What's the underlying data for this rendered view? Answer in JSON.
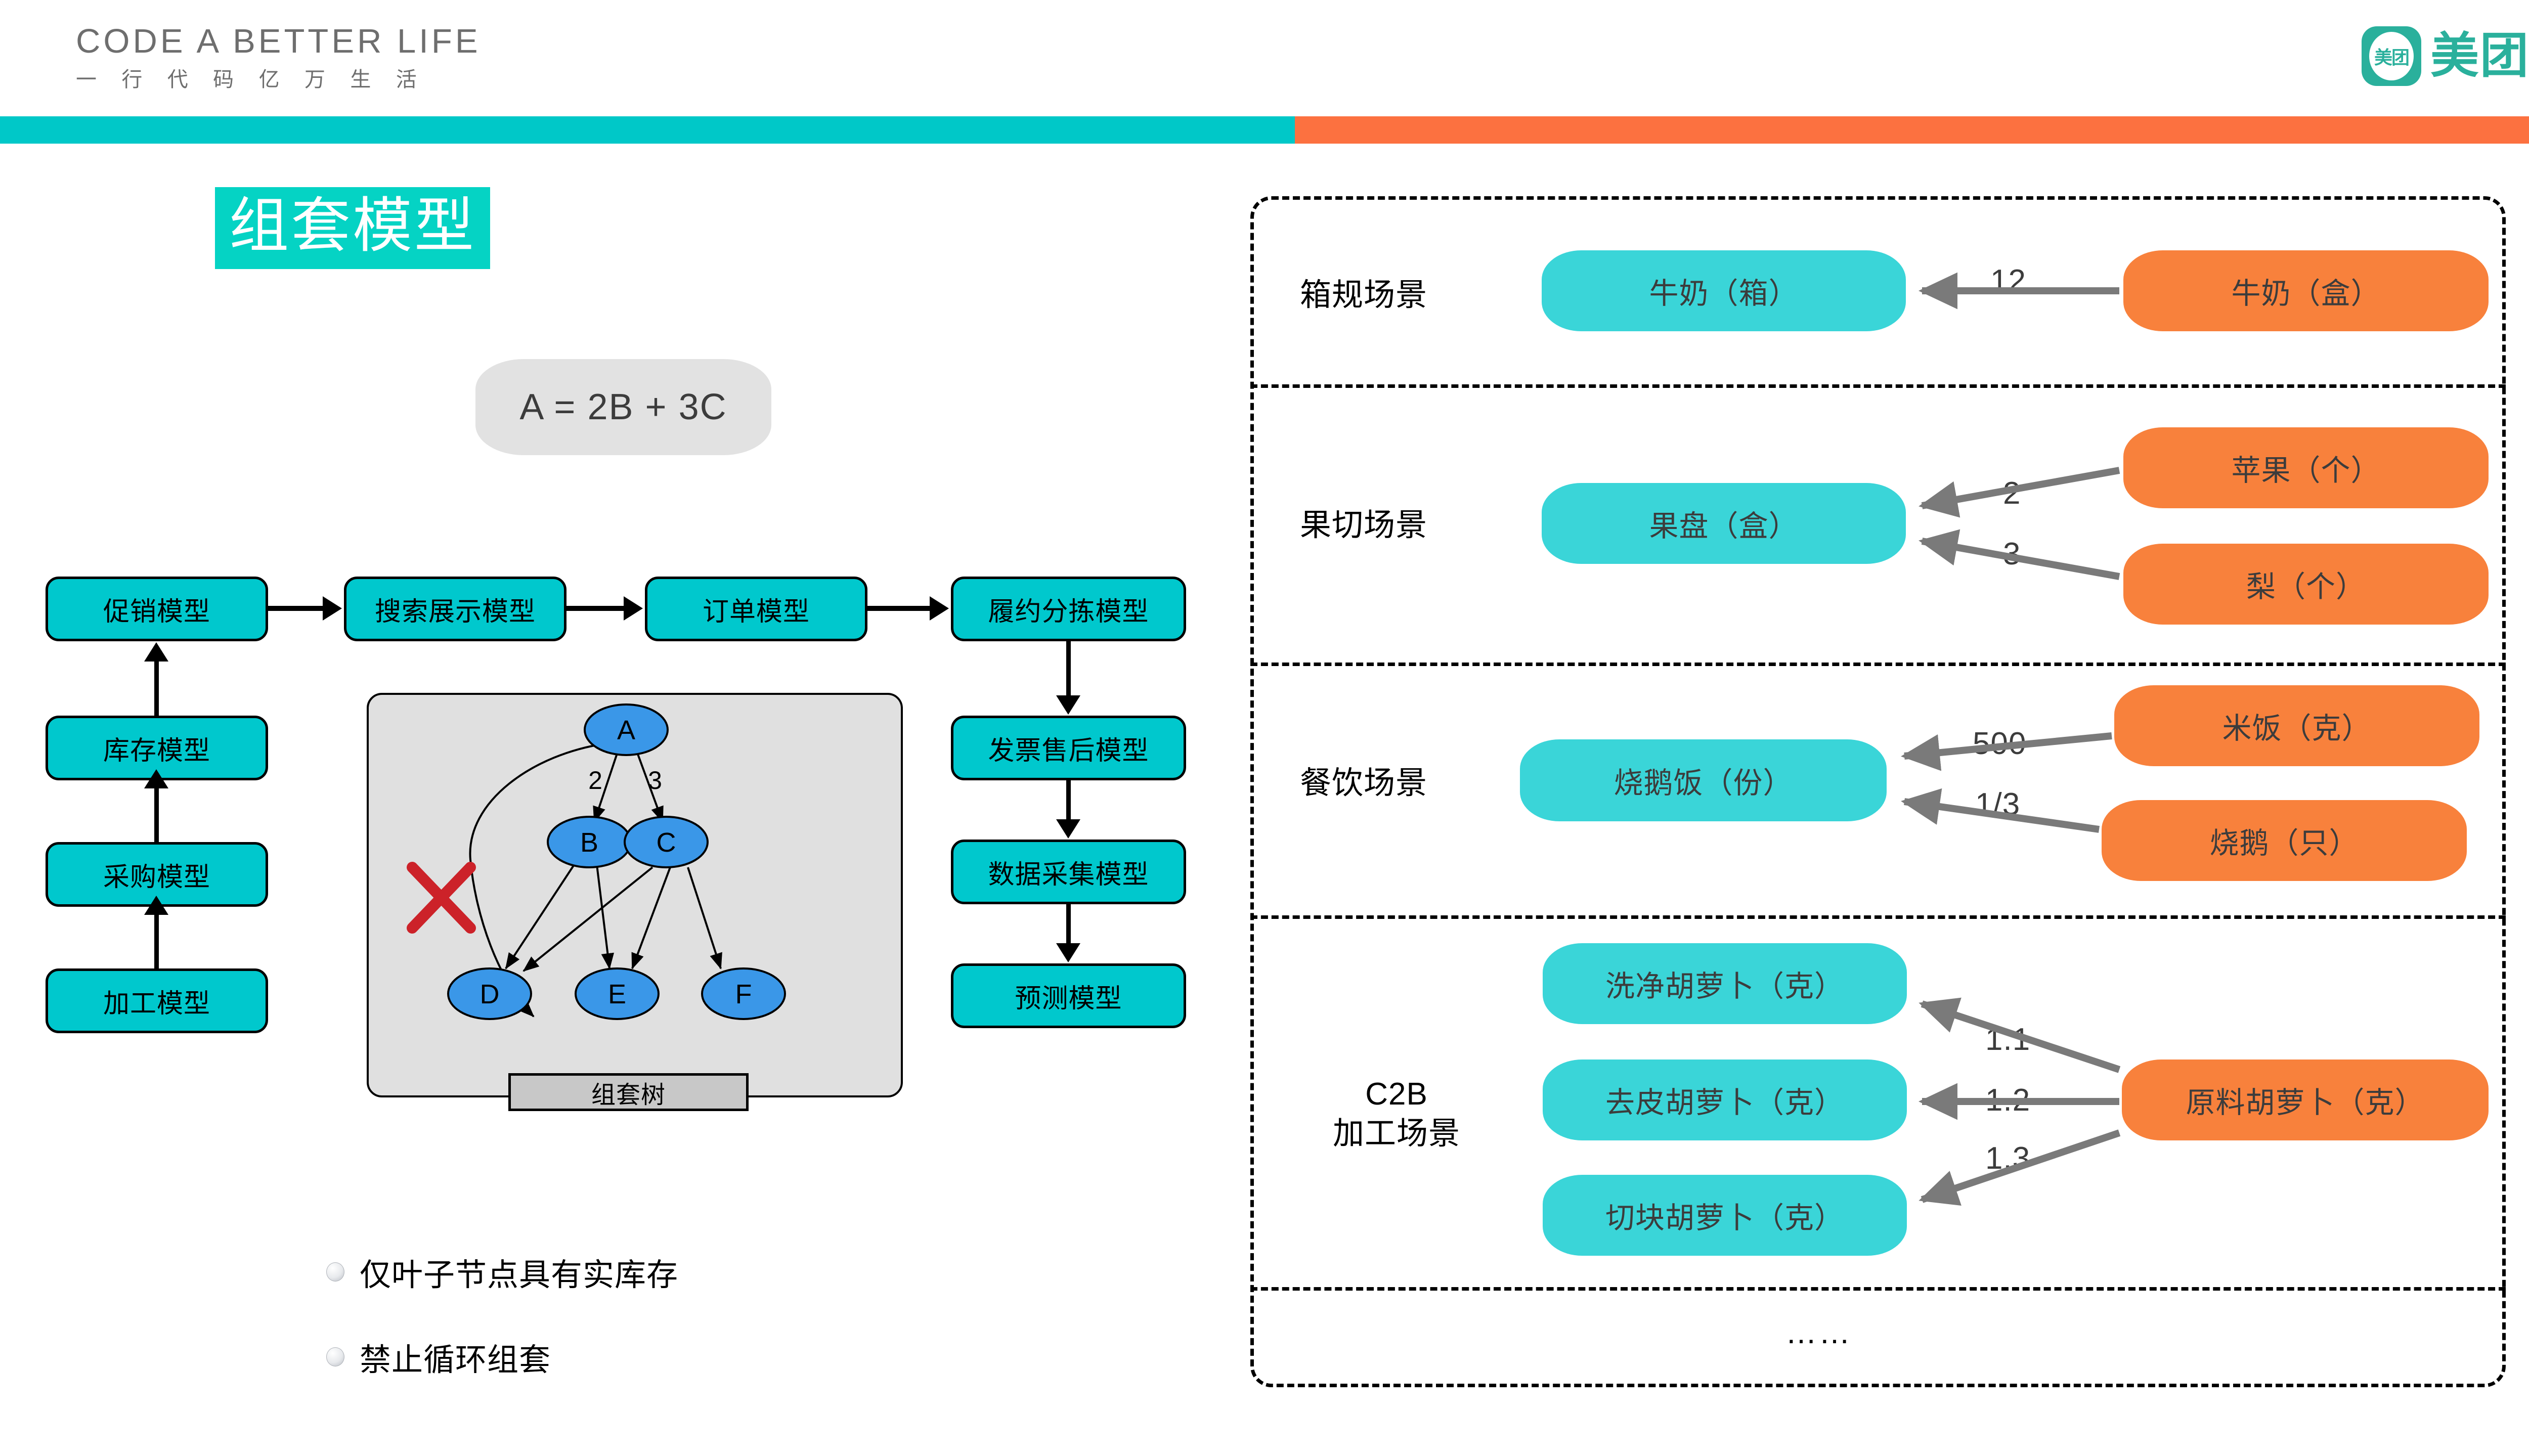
{
  "header": {
    "brand_line1": "CODE A BETTER LIFE",
    "brand_line2": "一 行 代 码    亿 万 生 活",
    "logo_mark_text": "美团",
    "logo_wordmark": "美团",
    "bar_color_left": "#00C8C8",
    "bar_color_right": "#FC7140"
  },
  "slide": {
    "title": "组套模型",
    "title_bg": "#05D3C4",
    "formula": "A = 2B + 3C"
  },
  "flow": {
    "boxes": [
      {
        "id": "promo",
        "label": "促销模型"
      },
      {
        "id": "search",
        "label": "搜索展示模型"
      },
      {
        "id": "order",
        "label": "订单模型"
      },
      {
        "id": "fulfill",
        "label": "履约分拣模型"
      },
      {
        "id": "inventory",
        "label": "库存模型"
      },
      {
        "id": "purchase",
        "label": "采购模型"
      },
      {
        "id": "processing",
        "label": "加工模型"
      },
      {
        "id": "invoice",
        "label": "发票售后模型"
      },
      {
        "id": "datacollect",
        "label": "数据采集模型"
      },
      {
        "id": "forecast",
        "label": "预测模型"
      }
    ],
    "box_fill": "#00C8CD"
  },
  "tree": {
    "caption": "组套树",
    "node_fill": "#3A97E8",
    "cross_color": "#CC2229",
    "nodes": [
      {
        "id": "A",
        "label": "A"
      },
      {
        "id": "B",
        "label": "B"
      },
      {
        "id": "C",
        "label": "C"
      },
      {
        "id": "D",
        "label": "D"
      },
      {
        "id": "E",
        "label": "E"
      },
      {
        "id": "F",
        "label": "F"
      }
    ],
    "edge_labels": [
      {
        "from": "A",
        "to": "B",
        "label": "2"
      },
      {
        "from": "A",
        "to": "C",
        "label": "3"
      }
    ]
  },
  "bullets": [
    {
      "text": "仅叶子节点具有实库存"
    },
    {
      "text": "禁止循环组套"
    }
  ],
  "scenarios": [
    {
      "id": "box-spec",
      "label": "箱规场景",
      "targets": [
        {
          "label": "牛奶（箱）"
        }
      ],
      "sources": [
        {
          "label": "牛奶（盒）",
          "qty": "12"
        }
      ]
    },
    {
      "id": "fruit-cut",
      "label": "果切场景",
      "targets": [
        {
          "label": "果盘（盒）"
        }
      ],
      "sources": [
        {
          "label": "苹果（个）",
          "qty": "2"
        },
        {
          "label": "梨（个）",
          "qty": "3"
        }
      ]
    },
    {
      "id": "catering",
      "label": "餐饮场景",
      "targets": [
        {
          "label": "烧鹅饭（份）"
        }
      ],
      "sources": [
        {
          "label": "米饭（克）",
          "qty": "500"
        },
        {
          "label": "烧鹅（只）",
          "qty": "1/3"
        }
      ]
    },
    {
      "id": "c2b",
      "label": "C2B\n加工场景",
      "label_line1": "C2B",
      "label_line2": "加工场景",
      "targets": [
        {
          "label": "洗净胡萝卜（克）"
        },
        {
          "label": "去皮胡萝卜（克）"
        },
        {
          "label": "切块胡萝卜（克）"
        }
      ],
      "sources": [
        {
          "label": "原料胡萝卜（克）"
        }
      ],
      "quantities": [
        "1.1",
        "1.2",
        "1.3"
      ]
    },
    {
      "id": "more",
      "ellipsis": "……"
    }
  ],
  "colors": {
    "teal_node": "#3AD5D8",
    "orange_node": "#F8813C",
    "cyan_flow": "#00C8CD",
    "arrow_gray": "#7A7A7A"
  }
}
